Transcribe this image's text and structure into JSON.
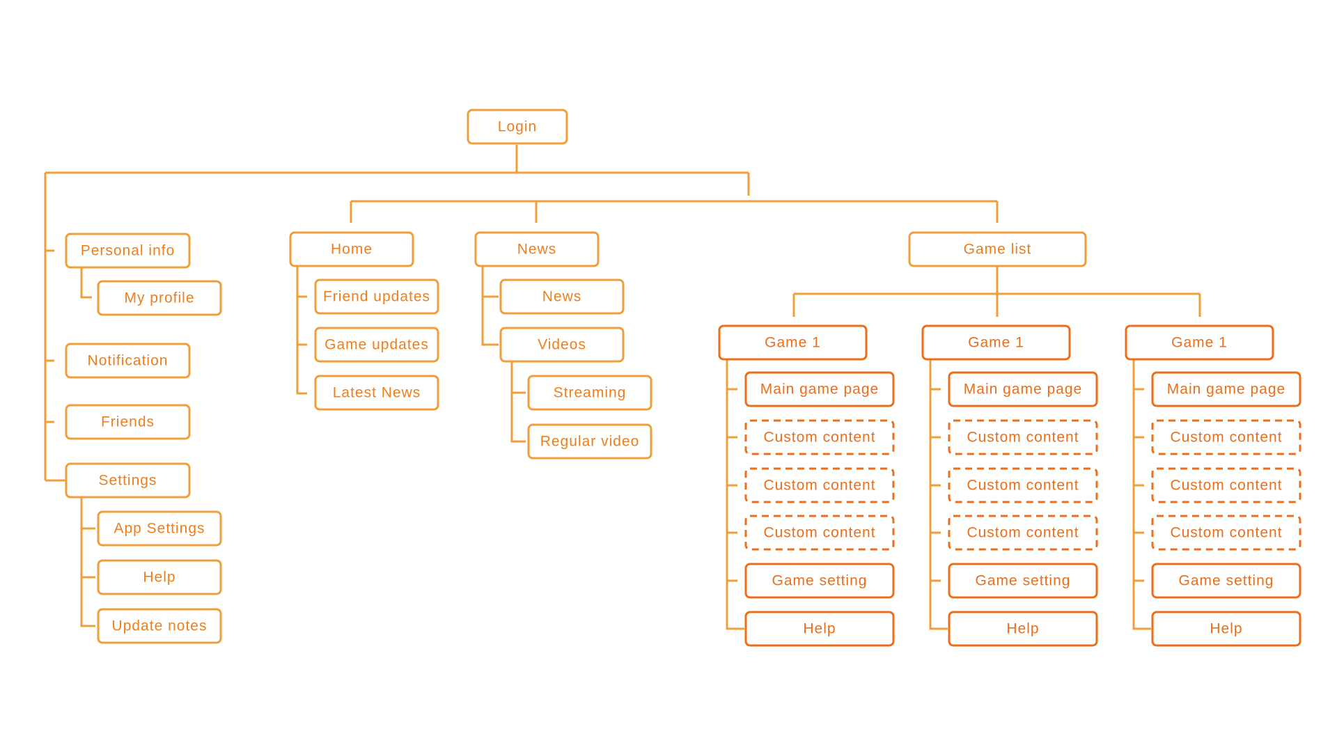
{
  "colors": {
    "line": "#f09e3a",
    "node_border": "#f09e3a",
    "node_text": "#ee7e1c",
    "game_node_border": "#ec6d1a",
    "game_node_text": "#ec6d1a"
  },
  "nodes": {
    "login": {
      "label": "Login",
      "style": "solid"
    },
    "personal_info": {
      "label": "Personal info",
      "style": "solid"
    },
    "my_profile": {
      "label": "My profile",
      "style": "solid"
    },
    "notification": {
      "label": "Notification",
      "style": "solid"
    },
    "friends": {
      "label": "Friends",
      "style": "solid"
    },
    "settings": {
      "label": "Settings",
      "style": "solid"
    },
    "app_settings": {
      "label": "App Settings",
      "style": "solid"
    },
    "settings_help": {
      "label": "Help",
      "style": "solid"
    },
    "update_notes": {
      "label": "Update notes",
      "style": "solid"
    },
    "home": {
      "label": "Home",
      "style": "solid"
    },
    "friend_updates": {
      "label": "Friend updates",
      "style": "solid"
    },
    "game_updates": {
      "label": "Game updates",
      "style": "solid"
    },
    "latest_news": {
      "label": "Latest News",
      "style": "solid"
    },
    "news": {
      "label": "News",
      "style": "solid"
    },
    "news_child": {
      "label": "News",
      "style": "solid"
    },
    "videos": {
      "label": "Videos",
      "style": "solid"
    },
    "streaming": {
      "label": "Streaming",
      "style": "solid"
    },
    "regular_video": {
      "label": "Regular video",
      "style": "solid"
    },
    "game_list": {
      "label": "Game list",
      "style": "solid"
    }
  },
  "games": [
    {
      "title": "Game 1",
      "children": [
        {
          "label": "Main game page",
          "style": "solid"
        },
        {
          "label": "Custom content",
          "style": "dashed"
        },
        {
          "label": "Custom content",
          "style": "dashed"
        },
        {
          "label": "Custom content",
          "style": "dashed"
        },
        {
          "label": "Game setting",
          "style": "solid"
        },
        {
          "label": "Help",
          "style": "solid"
        }
      ]
    },
    {
      "title": "Game 1",
      "children": [
        {
          "label": "Main game page",
          "style": "solid"
        },
        {
          "label": "Custom content",
          "style": "dashed"
        },
        {
          "label": "Custom content",
          "style": "dashed"
        },
        {
          "label": "Custom content",
          "style": "dashed"
        },
        {
          "label": "Game setting",
          "style": "solid"
        },
        {
          "label": "Help",
          "style": "solid"
        }
      ]
    },
    {
      "title": "Game 1",
      "children": [
        {
          "label": "Main game page",
          "style": "solid"
        },
        {
          "label": "Custom content",
          "style": "dashed"
        },
        {
          "label": "Custom content",
          "style": "dashed"
        },
        {
          "label": "Custom content",
          "style": "dashed"
        },
        {
          "label": "Game setting",
          "style": "solid"
        },
        {
          "label": "Help",
          "style": "solid"
        }
      ]
    }
  ]
}
